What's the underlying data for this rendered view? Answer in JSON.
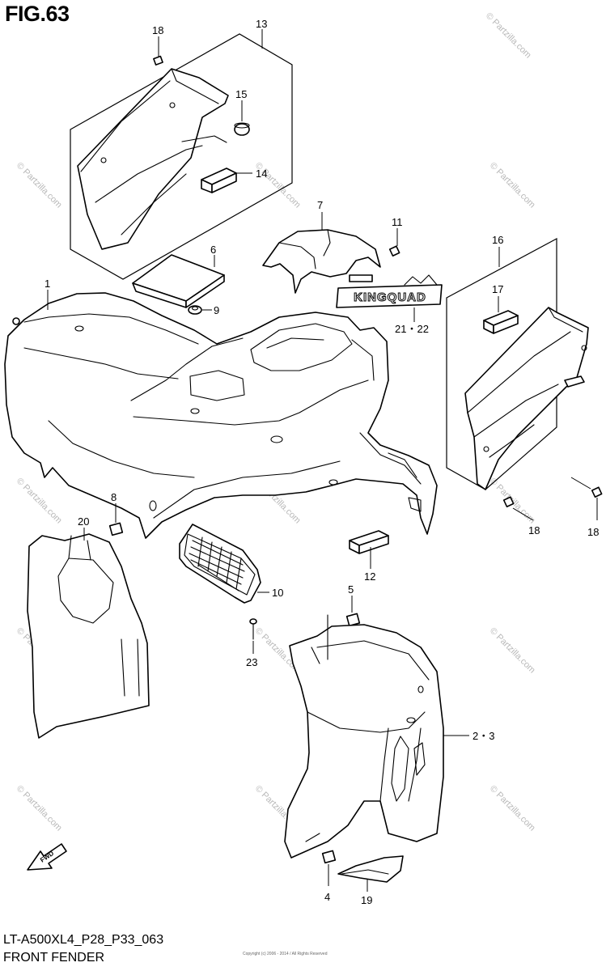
{
  "figure": {
    "title": "FIG.63",
    "model_code": "LT-A500XL4_P28_P33_063",
    "name": "FRONT FENDER"
  },
  "decal_text": "KINGQUAD",
  "fwd_label": "FWD",
  "watermark": "© Partzilla.com",
  "copyright_line": "Copyright (c) 2006 - 2014 / All Rights Reserved",
  "callouts": {
    "c1": "1",
    "c23": "2・3",
    "c4": "4",
    "c5": "5",
    "c6": "6",
    "c7": "7",
    "c8": "8",
    "c9": "9",
    "c10": "10",
    "c11": "11",
    "c12": "12",
    "c13": "13",
    "c14": "14",
    "c15": "15",
    "c16": "16",
    "c17": "17",
    "c18a": "18",
    "c18b": "18",
    "c18c": "18",
    "c19": "19",
    "c20": "20",
    "c2122": "21・22",
    "c23b": "23"
  }
}
